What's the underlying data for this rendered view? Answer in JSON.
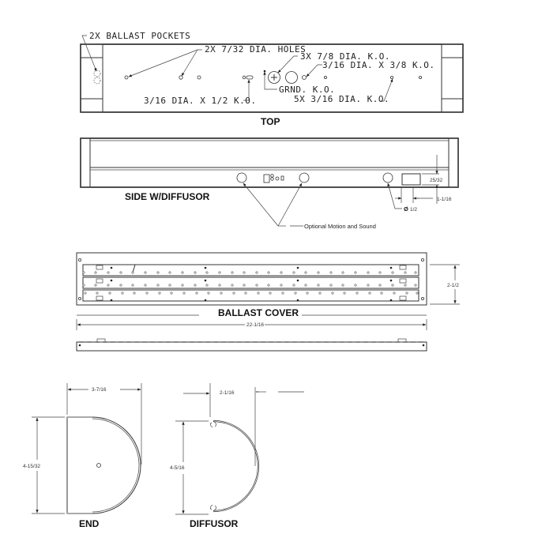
{
  "top_view": {
    "title": "TOP",
    "callouts": {
      "ballast_pockets": "2X BALLAST POCKETS",
      "dia_holes": "2X 7/32 DIA. HOLES",
      "ko_78": "3X 7/8 DIA. K.O.",
      "ko_316x38": "3/16 DIA. X 3/8 K.O.",
      "grnd": "GRND. K.O.",
      "ko_316": "5X 3/16 DIA. K.O.",
      "ko_316x12": "3/16 DIA. X 1/2 K.O."
    }
  },
  "side_view": {
    "title": "SIDE W/DIFFUSOR",
    "note": "Optional Motion and Sound",
    "dims": {
      "height_slot": "25/32",
      "offset": "1-1/16",
      "hole_dia": "1/2",
      "dia_symbol": "Ø"
    }
  },
  "ballast_cover": {
    "title": "BALLAST COVER",
    "dims": {
      "length": "22-1/16",
      "width": "2-1/2"
    }
  },
  "end_view": {
    "title": "END",
    "dims": {
      "depth": "3-7/16",
      "height": "4-15/32"
    }
  },
  "diffusor_view": {
    "title": "DIFFUSOR",
    "dims": {
      "depth": "2-1/16",
      "height": "4-5/16"
    }
  }
}
